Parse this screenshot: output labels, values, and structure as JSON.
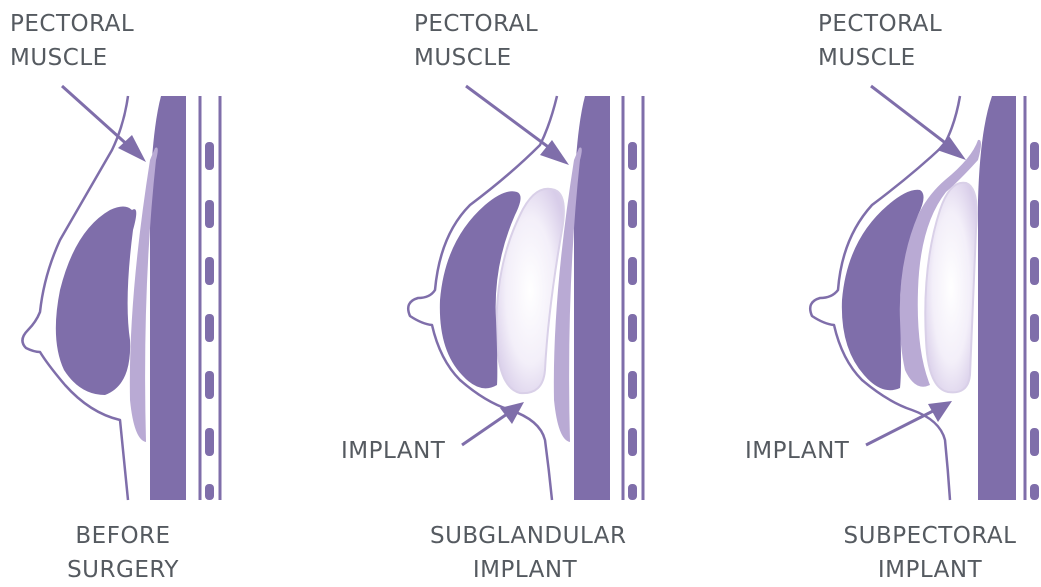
{
  "colors": {
    "dark_purple": "#7f6eaa",
    "light_purple": "#b9aad4",
    "implant_fill": "#efeaf6",
    "implant_edge": "#d9d0e8",
    "outline": "#7f6eaa",
    "text": "#555a60"
  },
  "panels": [
    {
      "muscle_label": [
        "PECTORAL",
        "MUSCLE"
      ],
      "caption": [
        "BEFORE",
        "SURGERY"
      ]
    },
    {
      "muscle_label": [
        "PECTORAL",
        "MUSCLE"
      ],
      "implant_label": "IMPLANT",
      "caption": [
        "SUBGLANDULAR",
        "IMPLANT"
      ]
    },
    {
      "muscle_label": [
        "PECTORAL",
        "MUSCLE"
      ],
      "implant_label": "IMPLANT",
      "caption": [
        "SUBPECTORAL",
        "IMPLANT"
      ]
    }
  ]
}
